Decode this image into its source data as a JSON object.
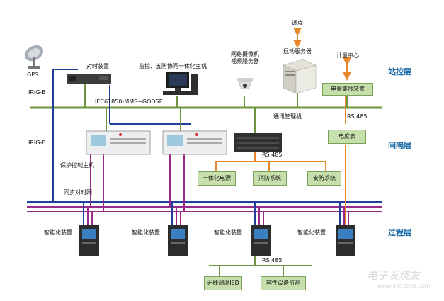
{
  "layers": {
    "station": "站控层",
    "bay": "间隔层",
    "process": "过程层"
  },
  "labels": {
    "gps": "GPS",
    "time_device": "对时装置",
    "monitor_host": "监控、五防协同一体化主机",
    "camera": "网络摄像机\n视频服务器",
    "dispatch": "调度",
    "remote_server": "远动服务器",
    "metering_center": "计量中心",
    "meter_collector": "电量集抄装置",
    "comm_manager": "通讯管理机",
    "irig_b_top": "IRIG-B",
    "irig_b_mid": "IRIG-B",
    "bus_protocol": "IEC61850-MMS+GOOSE",
    "rs485_right": "RS 485",
    "energy_meter": "电度表",
    "rs485_mid": "RS 485",
    "power_supply": "一体化电源",
    "fire_system": "消防系统",
    "security_system": "安防系统",
    "protection_host": "保护控制主机",
    "sync_net": "同步对时网",
    "ied1": "智能化装置",
    "ied2": "智能化装置",
    "ied3": "智能化装置",
    "ied4": "智能化装置",
    "rs485_bottom": "RS 485",
    "wireless_temp": "无线测温IED",
    "capacitor_monitor": "容性设备监测"
  },
  "watermark": {
    "main": "电子发烧友",
    "sub": "www.elecfans.com"
  },
  "colors": {
    "bus_green": "#6e9440",
    "blue_line": "#1f3f9a",
    "magenta_line": "#9a2a8a",
    "orange_line": "#e8882a",
    "layer_text": "#1a6aa6",
    "box_fill": "#c7dfac"
  },
  "icons": [
    "satellite-dish-icon",
    "server-rack-icon",
    "desktop-computer-icon",
    "dome-camera-icon",
    "tower-server-icon",
    "protection-unit-icon",
    "ied-device-icon"
  ]
}
